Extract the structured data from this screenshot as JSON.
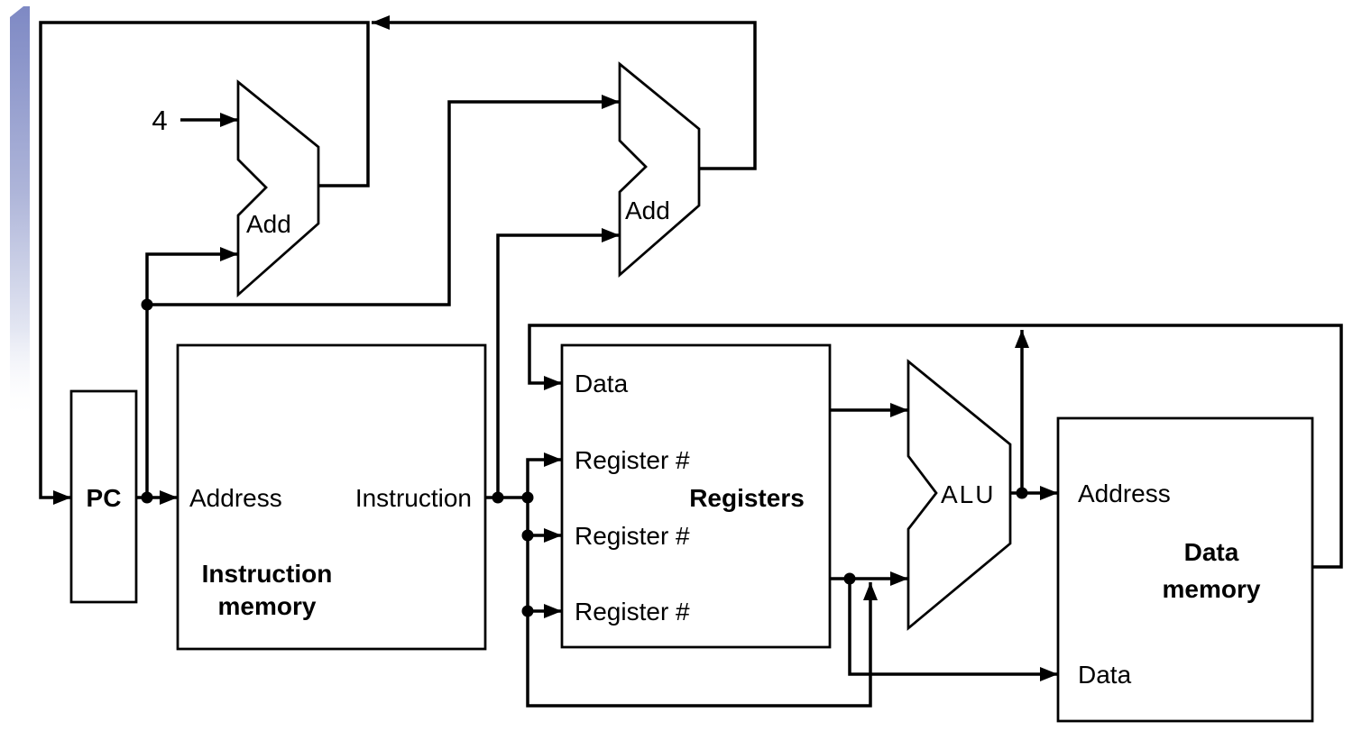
{
  "diagram": {
    "constant_four": "4",
    "pc": {
      "label": "PC"
    },
    "pc_adder": {
      "label": "Add"
    },
    "branch_adder": {
      "label": "Add"
    },
    "alu": {
      "label": "ALU"
    },
    "instruction_memory": {
      "address_port": "Address",
      "instruction_port": "Instruction",
      "title_line1": "Instruction",
      "title_line2": "memory"
    },
    "registers": {
      "title": "Registers",
      "data_port": "Data",
      "register_port1": "Register #",
      "register_port2": "Register #",
      "register_port3": "Register #"
    },
    "data_memory": {
      "address_port": "Address",
      "data_port": "Data",
      "title_line1": "Data",
      "title_line2": "memory"
    },
    "colors": {
      "line": "#000000",
      "background": "#ffffff",
      "accent_bar": "#7e89c4"
    }
  }
}
